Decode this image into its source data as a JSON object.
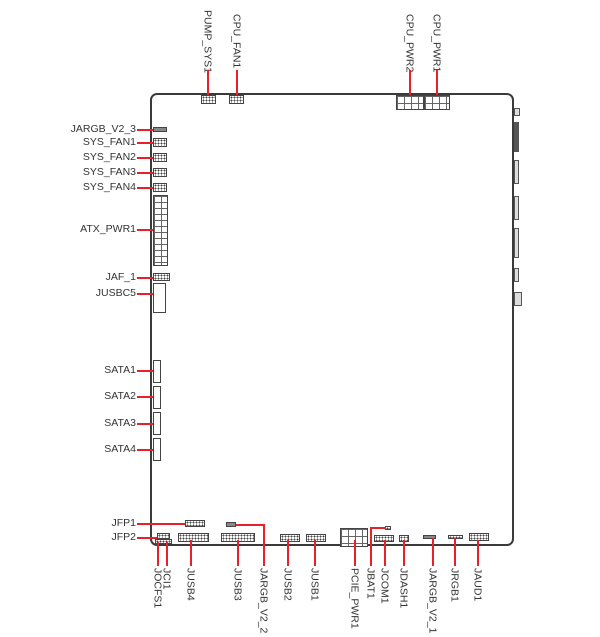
{
  "top_labels": [
    "PUMP_SYS1",
    "CPU_FAN1",
    "CPU_PWR2",
    "CPU_PWR1"
  ],
  "left_labels": [
    "JARGB_V2_3",
    "SYS_FAN1",
    "SYS_FAN2",
    "SYS_FAN3",
    "SYS_FAN4",
    "ATX_PWR1",
    "JAF_1",
    "JUSBC5",
    "SATA1",
    "SATA2",
    "SATA3",
    "SATA4",
    "JFP1",
    "JFP2"
  ],
  "bottom_labels": [
    "JOCFS1",
    "JCI1",
    "JUSB4",
    "JUSB3",
    "JARGB_V2_2",
    "JUSB2",
    "JUSB1",
    "PCIE_PWR1",
    "JBAT1",
    "JCOM1",
    "JDASH1",
    "JARGB_V2_1",
    "JRGB1",
    "JAUD1"
  ],
  "colors": {
    "leader_line": "#e8202a",
    "outline": "#3a3a3a"
  }
}
